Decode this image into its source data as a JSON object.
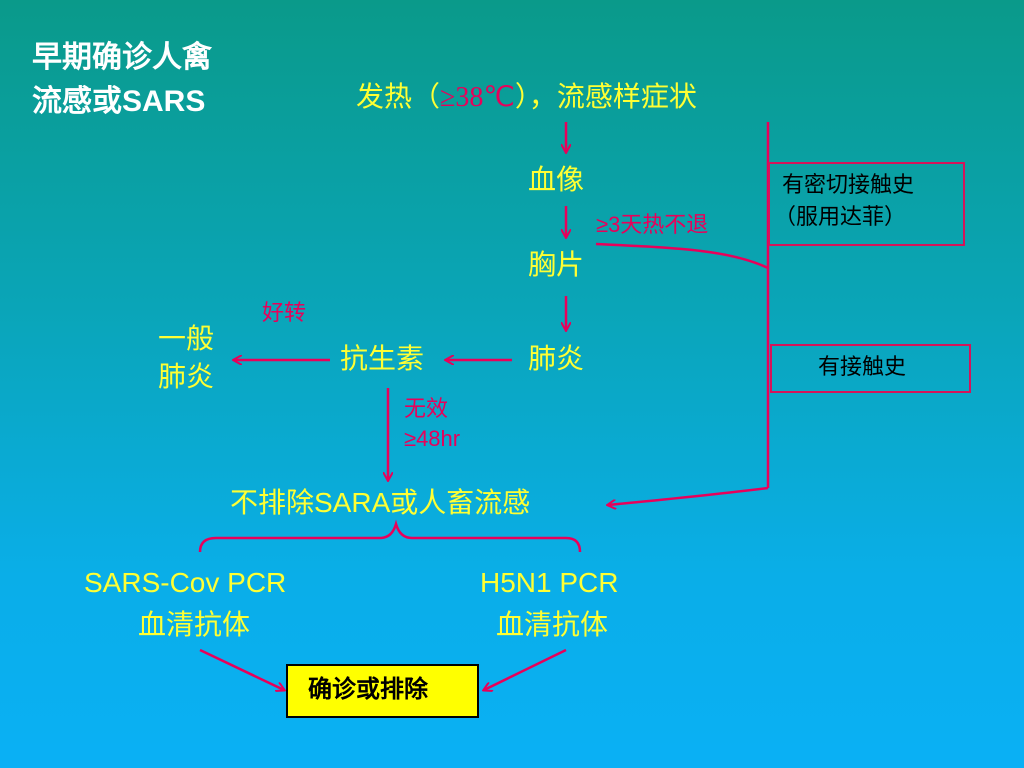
{
  "title": {
    "line1": "早期确诊人禽",
    "line2": "流感或SARS"
  },
  "nodes": {
    "fever_prefix": "发热（",
    "fever_temp": "≥38℃",
    "fever_suffix": "），流感样症状",
    "blood": "血像",
    "fever3days": "≥3天热不退",
    "chest": "胸片",
    "pneumonia": "肺炎",
    "antibiotic": "抗生素",
    "improve": "好转",
    "general_line1": "一般",
    "general_line2": "肺炎",
    "ineffective_line1": "无效",
    "ineffective_line2": "≥48hr",
    "not_excluded": "不排除SARA或人畜流感",
    "close_contact_line1": "有密切接触史",
    "close_contact_line2": "（服用达菲）",
    "contact": "有接触史",
    "sars_pcr_line1": "SARS-Cov PCR",
    "sars_pcr_line2": "血清抗体",
    "h5n1_line1": "H5N1 PCR",
    "h5n1_line2": "血清抗体",
    "final": "确诊或排除"
  },
  "colors": {
    "title": "#ffffff",
    "node_text": "#ffff33",
    "annotation": "#e8005a",
    "arrow": "#e8005a",
    "final_box_bg": "#ffff00"
  }
}
